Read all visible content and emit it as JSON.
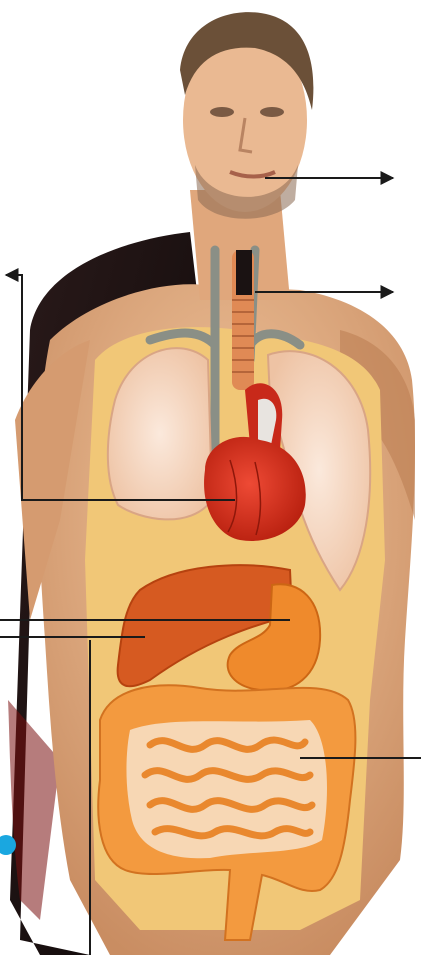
{
  "diagram": {
    "kind": "human anatomy labelling diagram (unlabelled)",
    "colors": {
      "background": "#ffffff",
      "skin": "#e8b48a",
      "skin_shadow": "#c98d62",
      "hair": "#6b5038",
      "jacket": "#1c1414",
      "body_cavity": "#f1c777",
      "lungs": "#f4d7c2",
      "heart": "#d9301e",
      "liver": "#d65a21",
      "stomach": "#ef8a2c",
      "intestine": "#f39a3f",
      "intestine_inner": "#f7d7b4",
      "vessels": "#8a8f86",
      "trachea": "#e08a55",
      "leader_line": "#1a1a1a",
      "accent_dot": "#1aa7e0"
    },
    "structures": [
      "head",
      "trachea",
      "lungs",
      "heart",
      "liver",
      "stomach",
      "large-intestine",
      "small-intestine"
    ],
    "pointers": [
      {
        "id": "pointer-mouth",
        "direction": "right",
        "target": "mouth"
      },
      {
        "id": "pointer-trachea",
        "direction": "right",
        "target": "trachea"
      },
      {
        "id": "pointer-heart",
        "direction": "up-left",
        "target": "heart"
      },
      {
        "id": "pointer-liver-upper",
        "direction": "left",
        "target": "liver"
      },
      {
        "id": "pointer-liver-lower",
        "direction": "left",
        "target": "liver"
      },
      {
        "id": "pointer-intestine",
        "direction": "right",
        "target": "small-intestine"
      }
    ]
  }
}
